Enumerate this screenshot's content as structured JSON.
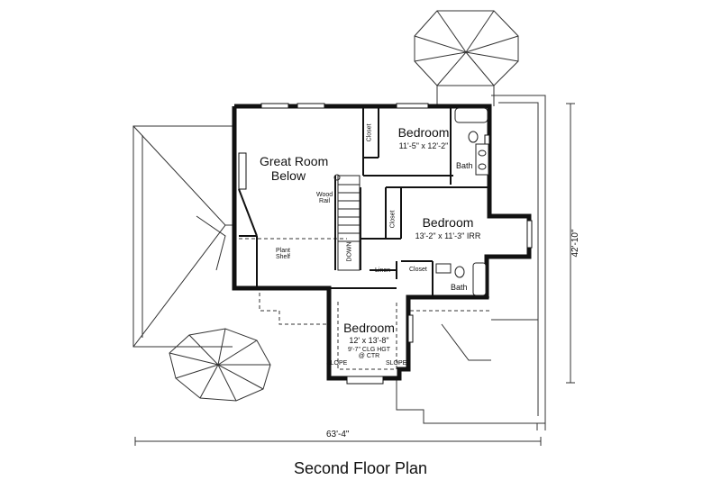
{
  "caption": "Second Floor Plan",
  "rooms": {
    "great_room": {
      "line1": "Great Room",
      "line2": "Below"
    },
    "bedroom_top": {
      "name": "Bedroom",
      "size": "11'-5\" x 12'-2\""
    },
    "bedroom_mid": {
      "name": "Bedroom",
      "size": "13'-2\" x 11'-3\" IRR"
    },
    "bedroom_bottom": {
      "name": "Bedroom",
      "size": "12' x 13'-8\"",
      "note1": "9'-7\" CLG HGT",
      "note2": "@ CTR"
    }
  },
  "labels": {
    "closet": "Closet",
    "bath": "Bath",
    "linen": "Linen",
    "down": "DOWN",
    "wood_rail_1": "Wood",
    "wood_rail_2": "Rail",
    "plant_shelf_1": "Plant",
    "plant_shelf_2": "Shelf",
    "slope": "SLOPE"
  },
  "dimensions": {
    "width": "63'-4\"",
    "depth": "42'-10\""
  }
}
